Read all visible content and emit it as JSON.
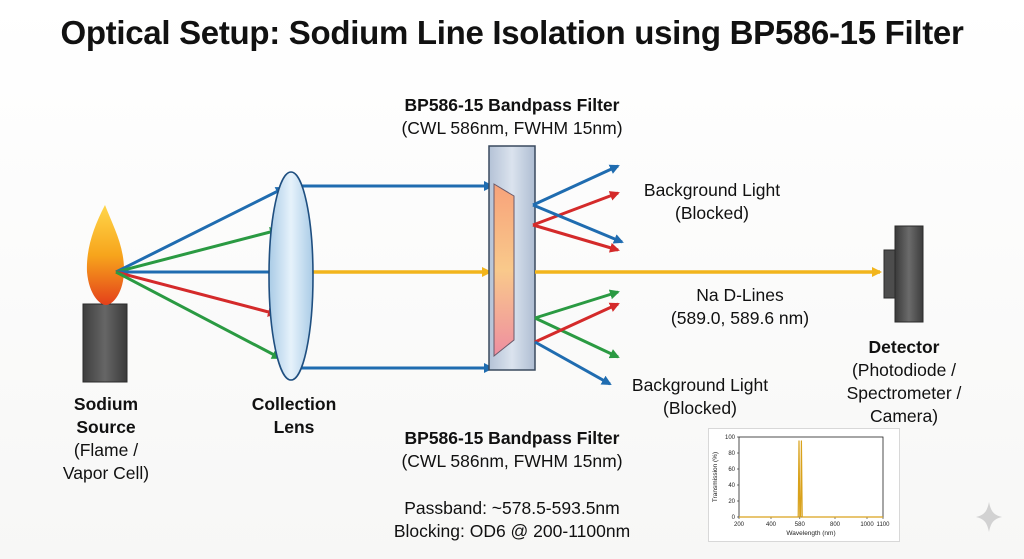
{
  "title": "Optical Setup: Sodium Line Isolation using BP586-15 Filter",
  "source": {
    "name_line1": "Sodium",
    "name_line2": "Source",
    "desc_line1": "(Flame /",
    "desc_line2": "Vapor Cell)"
  },
  "lens": {
    "line1": "Collection",
    "line2": "Lens"
  },
  "filter_top": {
    "name": "BP586-15 Bandpass Filter",
    "spec": "(CWL 586nm, FWHM 15nm)"
  },
  "filter_bottom": {
    "name": "BP586-15 Bandpass Filter",
    "spec": "(CWL 586nm, FWHM 15nm)"
  },
  "passband": "Passband: ~578.5-593.5nm",
  "blocking": "Blocking: OD6 @ 200-1100nm",
  "bg_top": {
    "line1": "Background Light",
    "line2": "(Blocked)"
  },
  "bg_bottom": {
    "line1": "Background Light",
    "line2": "(Blocked)"
  },
  "na_lines": {
    "line1": "Na D-Lines",
    "line2": "(589.0, 589.6 nm)"
  },
  "detector": {
    "name": "Detector",
    "line1": "(Photodiode /",
    "line2": "Spectrometer /",
    "line3": "Camera)"
  },
  "colors": {
    "blue": "#1f6cb0",
    "green": "#2a9a42",
    "red": "#d42a2a",
    "yellow": "#f2b51c",
    "lens": "#cfe3f2",
    "filter": "#b9c6d8"
  },
  "chart_data": {
    "type": "line",
    "title": "",
    "xlabel": "Wavelength (nm)",
    "ylabel": "Transmission (%)",
    "xlim": [
      200,
      1100
    ],
    "ylim": [
      0,
      100
    ],
    "x_ticks": [
      "200",
      "400",
      "580",
      "800",
      "1000",
      "1100"
    ],
    "y_ticks": [
      "0",
      "20",
      "40",
      "60",
      "80",
      "100"
    ],
    "series": [
      {
        "x": [
          200,
          560,
          570,
          575,
          580,
          585,
          590,
          595,
          600,
          1100
        ],
        "y": [
          0,
          0,
          0,
          95,
          0,
          0,
          95,
          0,
          0,
          0
        ]
      }
    ]
  }
}
